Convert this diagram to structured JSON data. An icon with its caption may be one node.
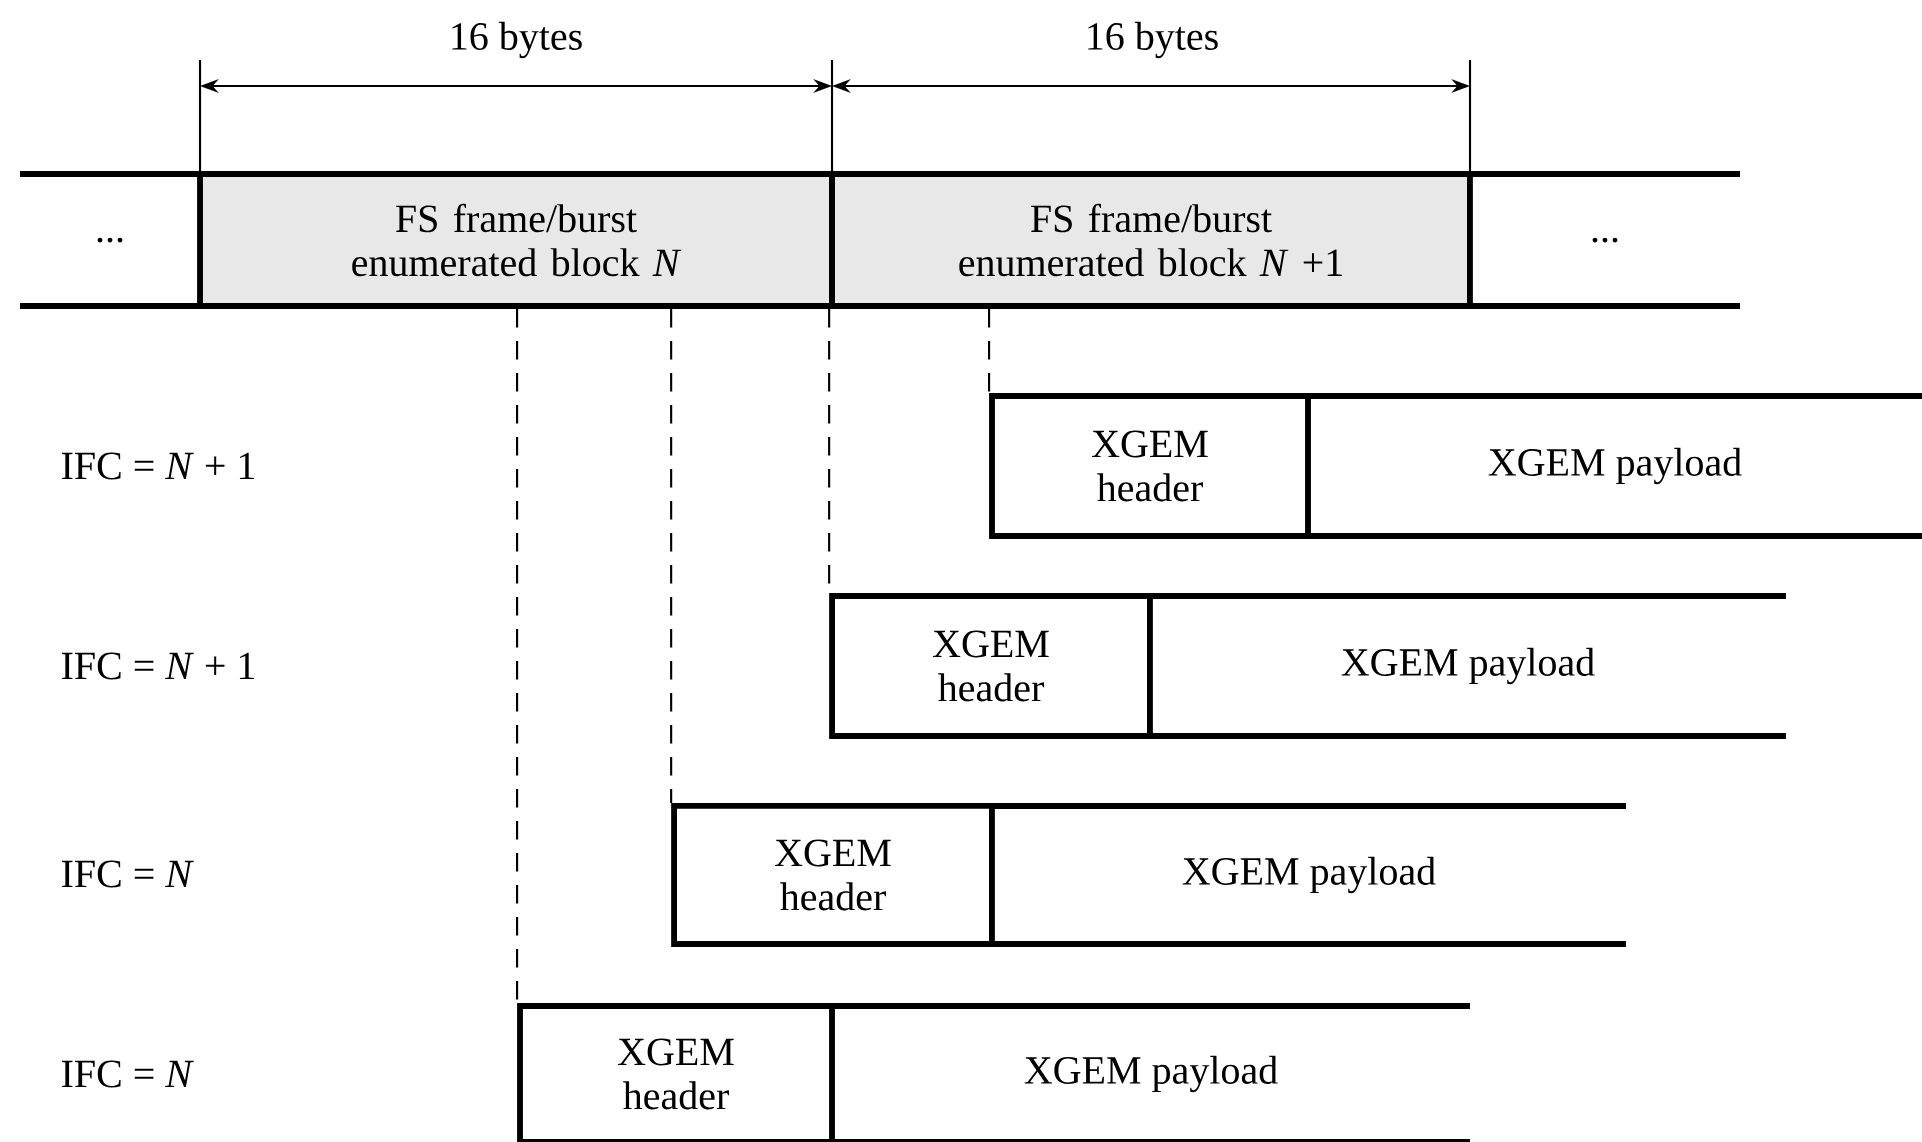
{
  "diagram": {
    "nodes": [
      {
        "text": [
          "..."
        ]
      },
      {
        "text": [
          "FS frame/burst enumerated block *N*"
        ]
      },
      {
        "text": [
          "FS frame/burst enumerated block *N* +1"
        ]
      },
      {
        "text": [
          "..."
        ]
      },
      {
        "text": [
          "XGEM header"
        ]
      },
      {
        "text": [
          "XGEM payload"
        ]
      },
      {
        "text": [
          "XGEM header"
        ]
      },
      {
        "text": [
          "XGEM payload"
        ]
      },
      {
        "text": [
          "XGEM header"
        ]
      },
      {
        "text": [
          "XGEM payload"
        ]
      },
      {
        "text": [
          "XGEM header"
        ]
      },
      {
        "text": [
          "XGEM payload"
        ]
      }
    ],
    "edges": [
      {
        "from": 1,
        "to": 10,
        "arrow": "none",
        "style": "dashed"
      },
      {
        "from": 1,
        "to": 8,
        "arrow": "none",
        "style": "dashed"
      },
      {
        "from": 2,
        "to": 6,
        "arrow": "none",
        "style": "dashed"
      },
      {
        "from": 2,
        "to": 4,
        "arrow": "none",
        "style": "dashed"
      }
    ],
    "labels": [
      "16 bytes",
      "16 bytes",
      "IFC = *N* + 1",
      "IFC = *N* + 1",
      "IFC = *N*",
      "IFC = *N*"
    ]
  }
}
